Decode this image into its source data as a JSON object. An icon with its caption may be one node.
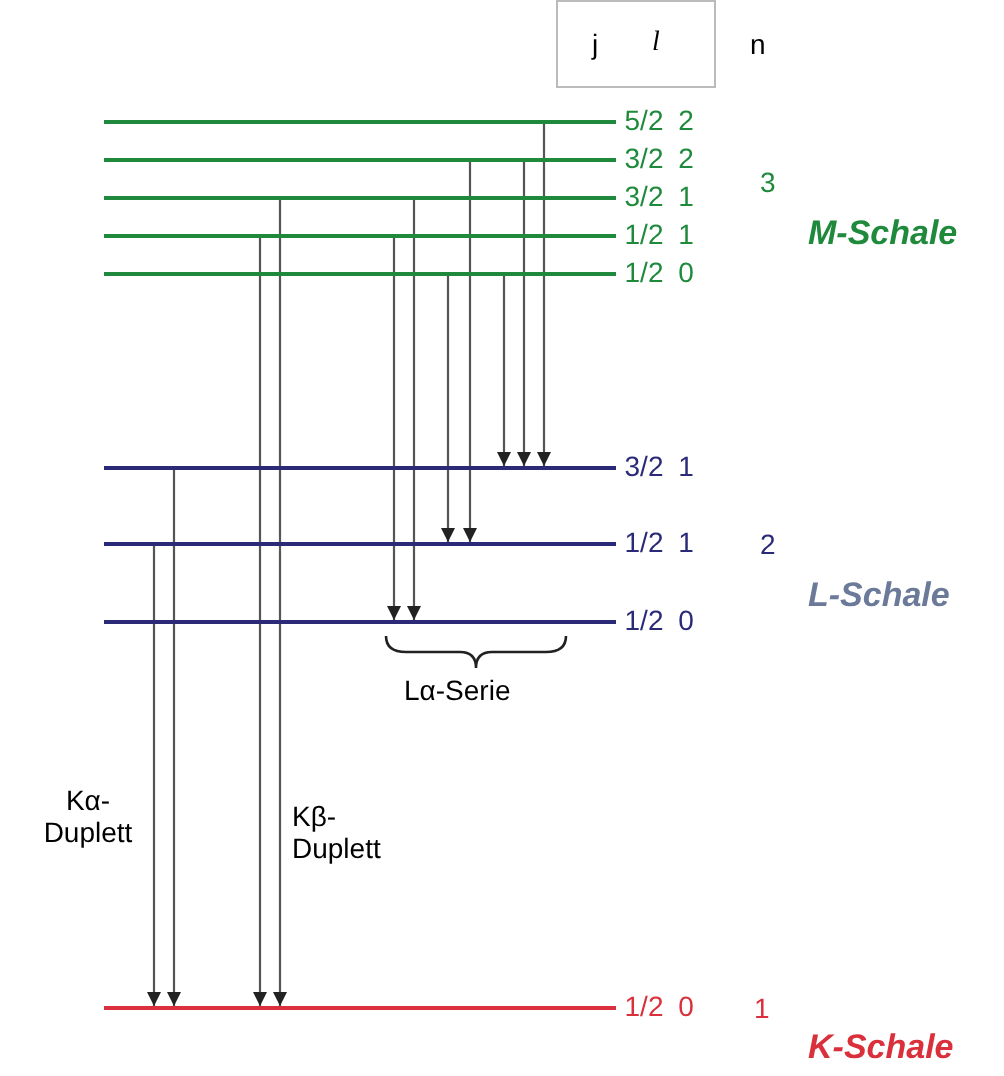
{
  "diagram": {
    "nodes": [
      {
        "text": [],
        "shape": "bar",
        "beside": [
          "5/2",
          "2"
        ]
      },
      {
        "text": [],
        "shape": "bar",
        "beside": [
          "3/2",
          "2"
        ]
      },
      {
        "text": [],
        "shape": "bar",
        "beside": [
          "3/2",
          "1"
        ]
      },
      {
        "text": [],
        "shape": "bar",
        "beside": [
          "1/2",
          "1"
        ]
      },
      {
        "text": [],
        "shape": "bar",
        "beside": [
          "1/2",
          "0"
        ]
      },
      {
        "text": [],
        "shape": "bar",
        "beside": [
          "3/2",
          "1"
        ]
      },
      {
        "text": [],
        "shape": "bar",
        "beside": [
          "1/2",
          "1"
        ]
      },
      {
        "text": [],
        "shape": "bar",
        "beside": [
          "1/2",
          "0"
        ]
      },
      {
        "text": [],
        "shape": "bar",
        "beside": [
          "1/2",
          "0"
        ]
      }
    ],
    "edges": [
      {
        "from": 0,
        "to": 5,
        "arrow": "to"
      },
      {
        "from": 1,
        "to": 5,
        "arrow": "to"
      },
      {
        "from": 4,
        "to": 5,
        "arrow": "to"
      },
      {
        "from": 1,
        "to": 6,
        "arrow": "to"
      },
      {
        "from": 4,
        "to": 6,
        "arrow": "to"
      },
      {
        "from": 2,
        "to": 7,
        "arrow": "to"
      },
      {
        "from": 3,
        "to": 7,
        "arrow": "to"
      },
      {
        "from": 2,
        "to": 8,
        "arrow": "to"
      },
      {
        "from": 3,
        "to": 8,
        "arrow": "to"
      },
      {
        "from": 5,
        "to": 8,
        "arrow": "to"
      },
      {
        "from": 6,
        "to": 8,
        "arrow": "to"
      }
    ],
    "labels": [
      "j",
      "l",
      "n",
      "3",
      "M-Schale",
      "2",
      "L-Schale",
      "Lα-Serie",
      "Kα- Duplett",
      "Kβ- Duplett",
      "1",
      "K-Schale"
    ]
  }
}
